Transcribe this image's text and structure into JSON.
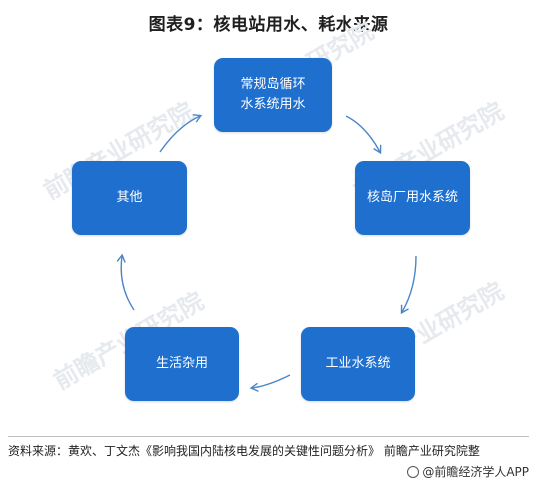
{
  "title": "图表9：核电站用水、耗水来源",
  "nodes": {
    "top": {
      "line1": "常规岛循环",
      "line2": "水系统用水"
    },
    "right": {
      "label": "核岛厂用水系统"
    },
    "bottom_right": {
      "label": "工业水系统"
    },
    "bottom_left": {
      "label": "生活杂用"
    },
    "left": {
      "label": "其他"
    }
  },
  "watermark_text": "前瞻产业研究院",
  "source": "资料来源：黄欢、丁文杰《影响我国内陆核电发展的关键性问题分析》 前瞻产业研究院整",
  "brand": "@前瞻经济学人APP",
  "colors": {
    "node_fill": "#1f6fcf",
    "arrow": "#4a86c8"
  }
}
